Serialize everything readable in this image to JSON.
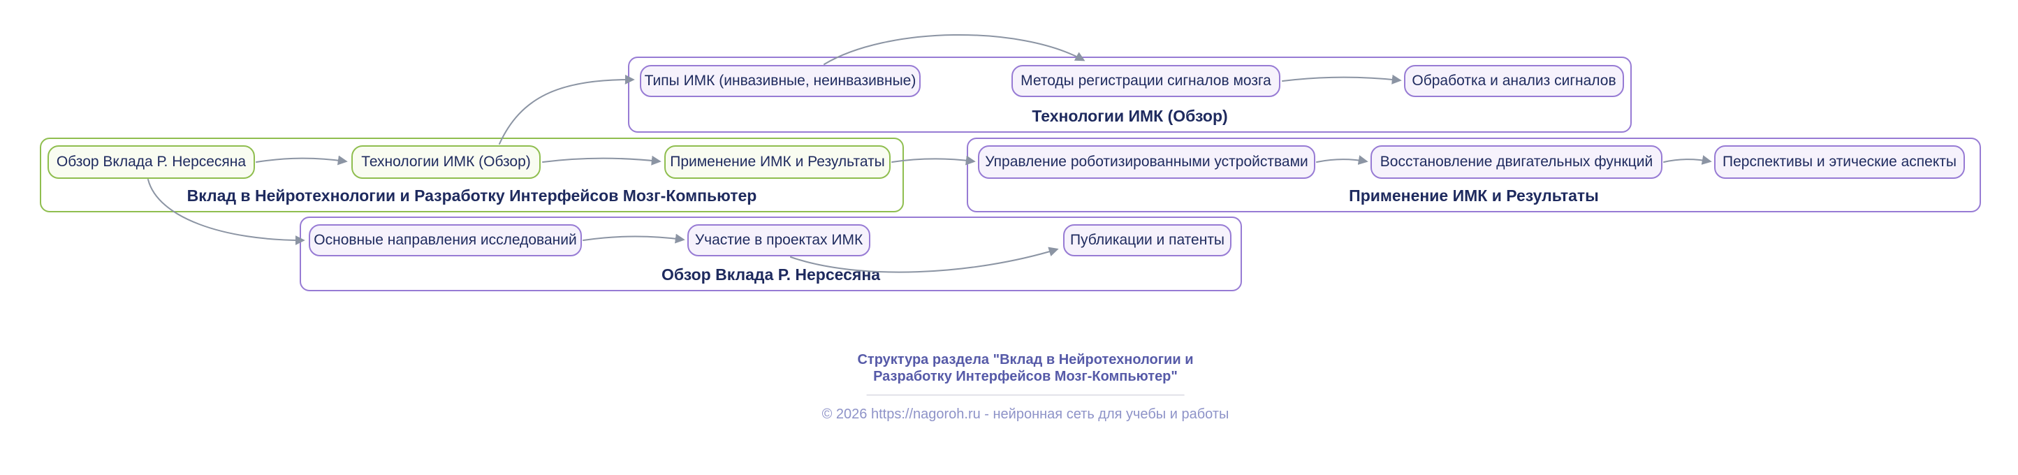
{
  "groups": {
    "tech": {
      "label": "Технологии ИМК (Обзор)"
    },
    "main": {
      "label": "Вклад в Нейротехнологии и Разработку Интерфейсов Мозг-Компьютер"
    },
    "apply": {
      "label": "Применение ИМК и Результаты"
    },
    "overview": {
      "label": "Обзор Вклада Р. Нерсесяна"
    }
  },
  "nodes": {
    "types": {
      "label": "Типы ИМК (инвазивные, неинвазивные)"
    },
    "methods": {
      "label": "Методы регистрации сигналов мозга"
    },
    "processing": {
      "label": "Обработка и анализ сигналов"
    },
    "overview_root": {
      "label": "Обзор Вклада Р. Нерсесяна"
    },
    "tech_overview": {
      "label": "Технологии ИМК (Обзор)"
    },
    "application": {
      "label": "Применение ИМК и Результаты"
    },
    "robotics": {
      "label": "Управление роботизированными устройствами"
    },
    "motor": {
      "label": "Восстановление двигательных функций"
    },
    "ethics": {
      "label": "Перспективы и этические аспекты"
    },
    "research": {
      "label": "Основные направления исследований"
    },
    "projects": {
      "label": "Участие в проектах ИМК"
    },
    "publications": {
      "label": "Публикации и патенты"
    }
  },
  "footer": {
    "title_line1": "Структура раздела  \"Вклад в Нейротехнологии и",
    "title_line2": "Разработку Интерфейсов Мозг-Компьютер\"",
    "copyright": "© 2026 https://nagoroh.ru - нейронная сеть для учебы и работы"
  },
  "colors": {
    "node-border-purple": "#977bd4",
    "node-fill-purple": "#f6f2fc",
    "node-border-green": "#8fbe4f",
    "node-fill-green": "#f9fcf1",
    "group-border-purple": "#977bd4",
    "group-border-green": "#8fbe4f",
    "text": "#1e2a5e",
    "edge": "#8b94a3",
    "footer-title": "#565aa8",
    "footer-copyright": "#8e93c8",
    "separator": "#c9cad6"
  }
}
